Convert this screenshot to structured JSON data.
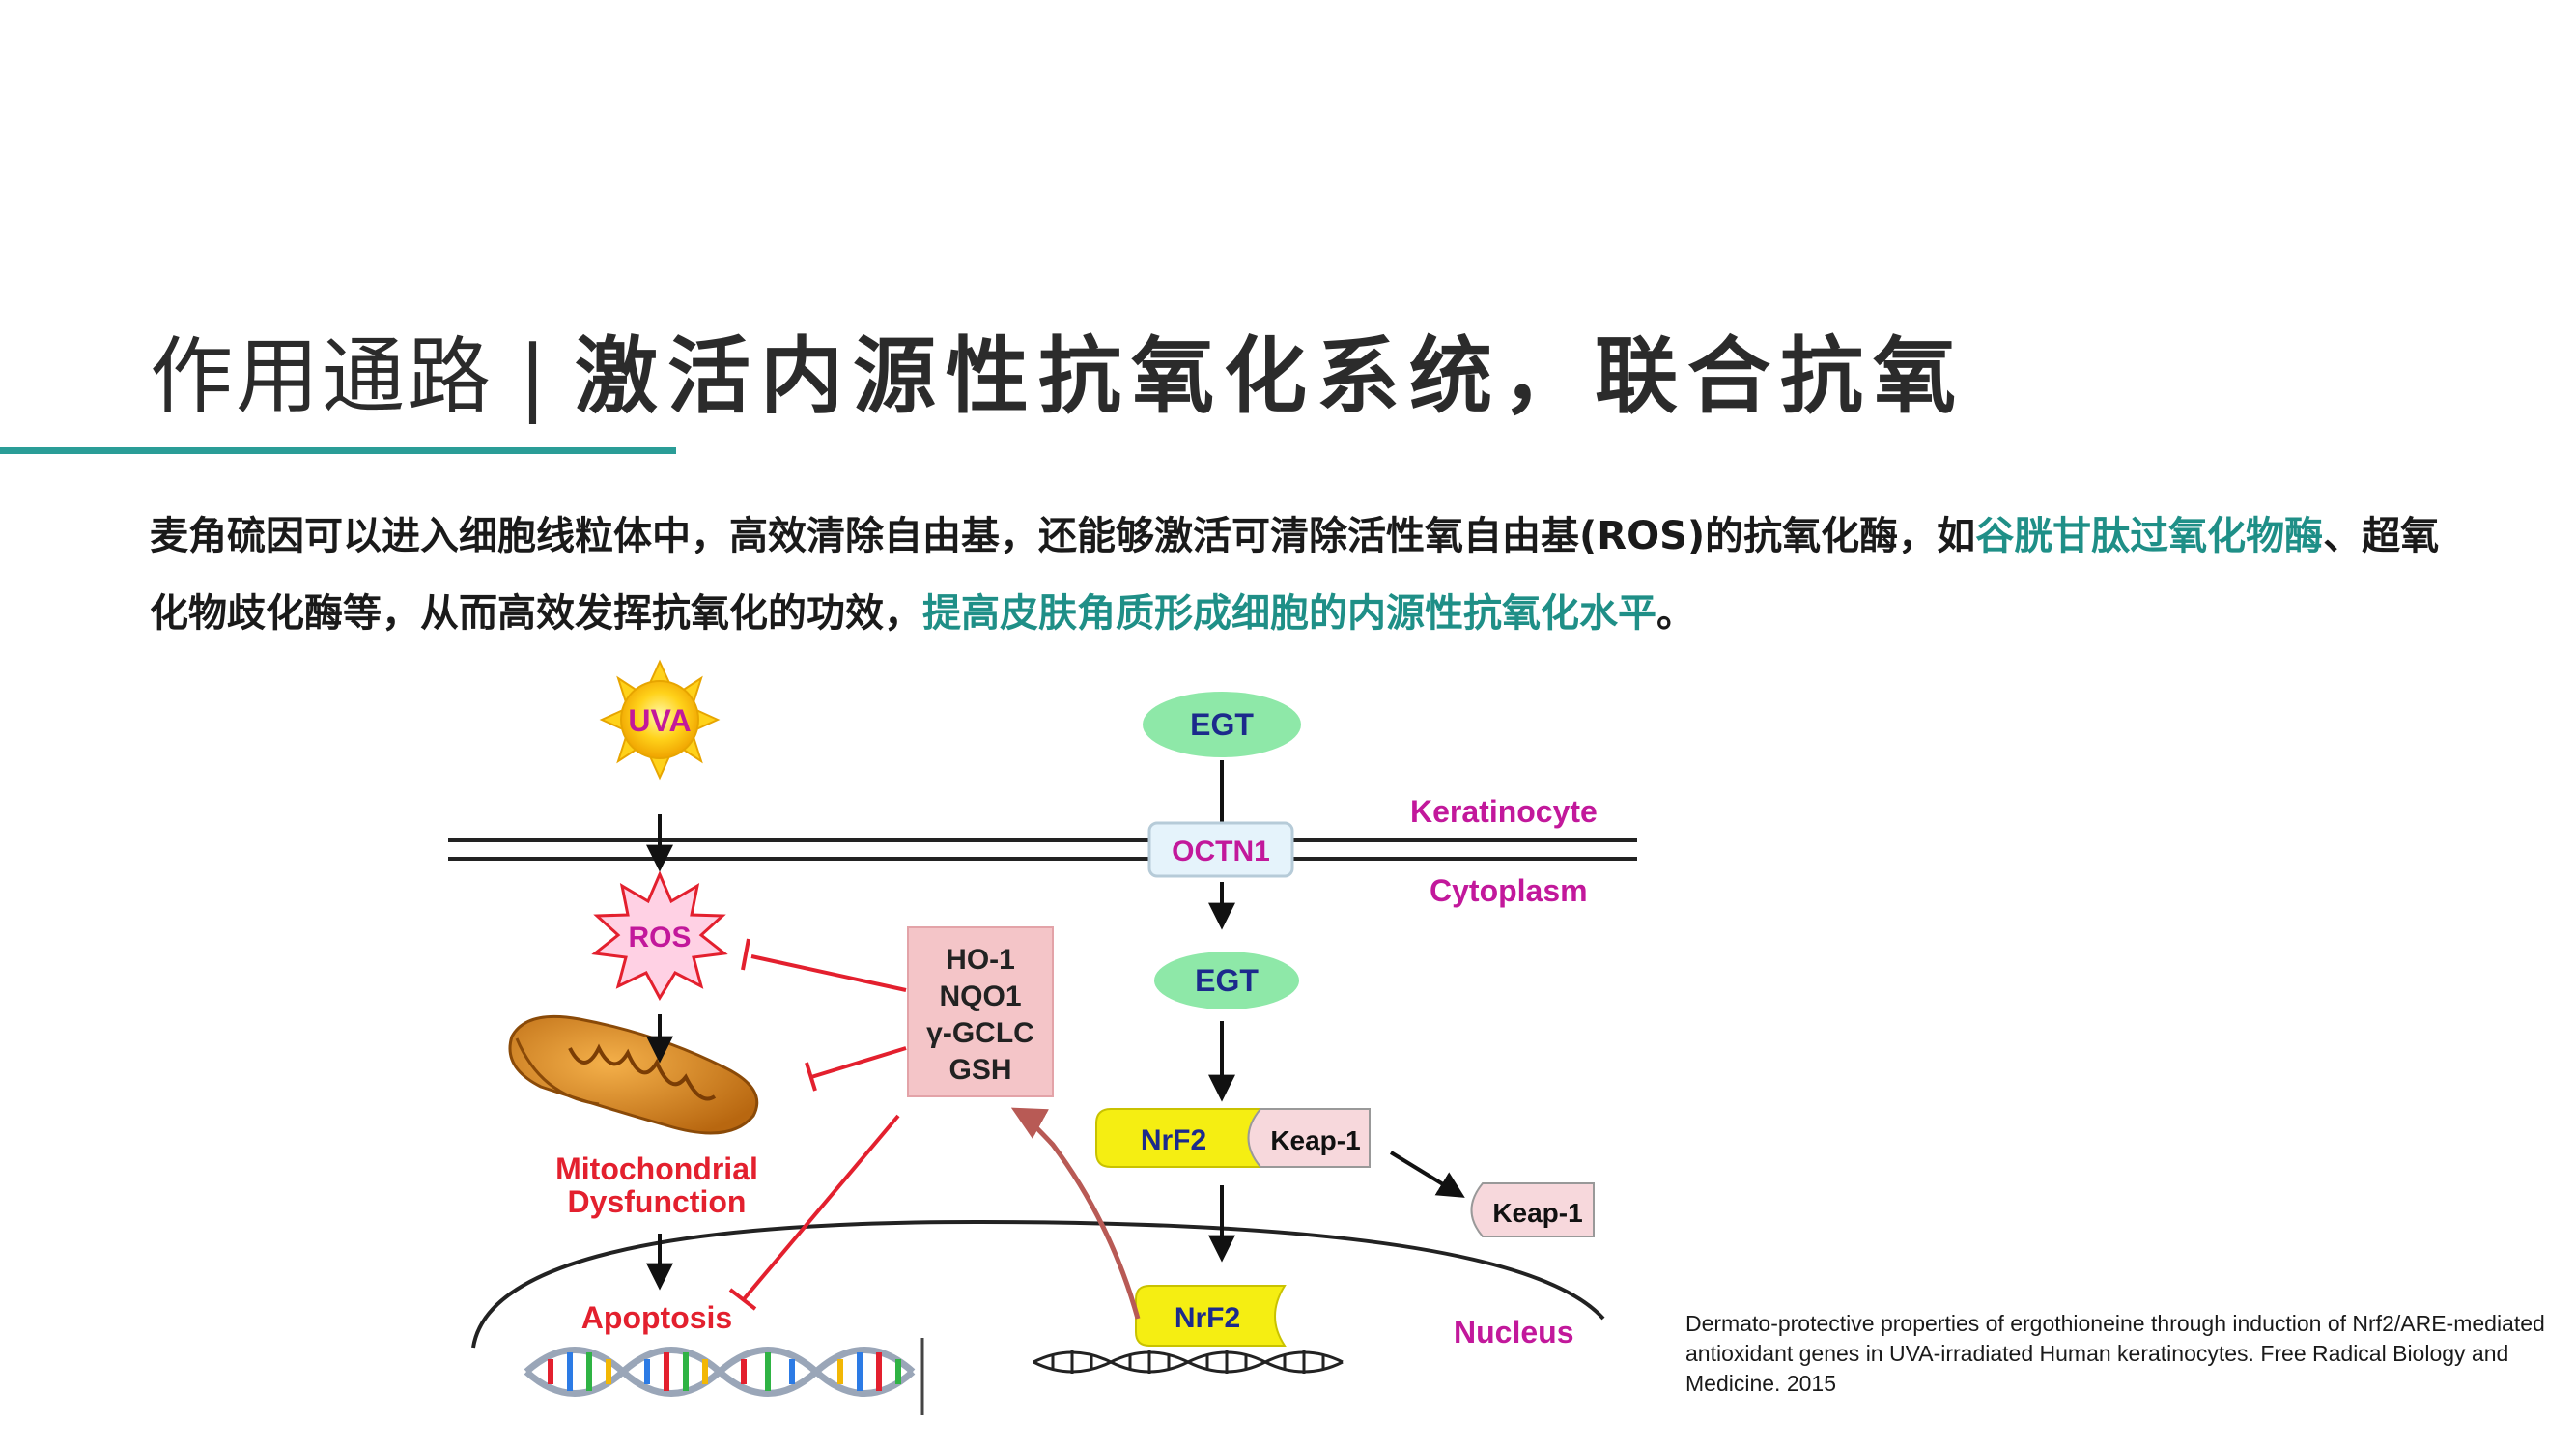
{
  "header": {
    "title_left": "作用通路",
    "title_sep": "|",
    "title_right": "激活内源性抗氧化系统，联合抗氧"
  },
  "intro": {
    "part1": "麦角硫因可以进入细胞线粒体中，高效清除自由基，还能够激活可清除活性氧自由基(ROS)的抗氧化酶，如",
    "highlight1": "谷胱甘肽过氧化物酶",
    "part2": "、超氧化物歧化酶等，从而高效发挥抗氧化的功效，",
    "highlight2": "提高皮肤角质形成细胞的内源性抗氧化水平",
    "part3": "。"
  },
  "diagram": {
    "uva": "UVA",
    "ros": "ROS",
    "mito_line1": "Mitochondrial",
    "mito_line2": "Dysfunction",
    "apoptosis": "Apoptosis",
    "enzymes": [
      "HO-1",
      "NQO1",
      "γ-GCLC",
      "GSH"
    ],
    "egt_outside": "EGT",
    "octn1": "OCTN1",
    "keratinocyte": "Keratinocyte",
    "cytoplasm": "Cytoplasm",
    "egt_inside": "EGT",
    "nrf2_complex": "NrF2",
    "keap1_bound": "Keap-1",
    "keap1_free": "Keap-1",
    "nrf2_nucleus": "NrF2",
    "nucleus": "Nucleus",
    "colors": {
      "magenta": "#c2189b",
      "red": "#e3202e",
      "navy": "#1c2a8c",
      "egt_fill": "#8ee8a8",
      "nrf2_fill": "#f5ee12",
      "keap_fill": "#f7d8dc",
      "enzyme_fill": "#f4c5c8",
      "accent": "#2a9d97"
    }
  },
  "citation": "Dermato-protective properties of ergothioneine through induction of Nrf2/ARE-mediated antioxidant genes in UVA-irradiated Human keratinocytes. Free Radical Biology and Medicine. 2015"
}
